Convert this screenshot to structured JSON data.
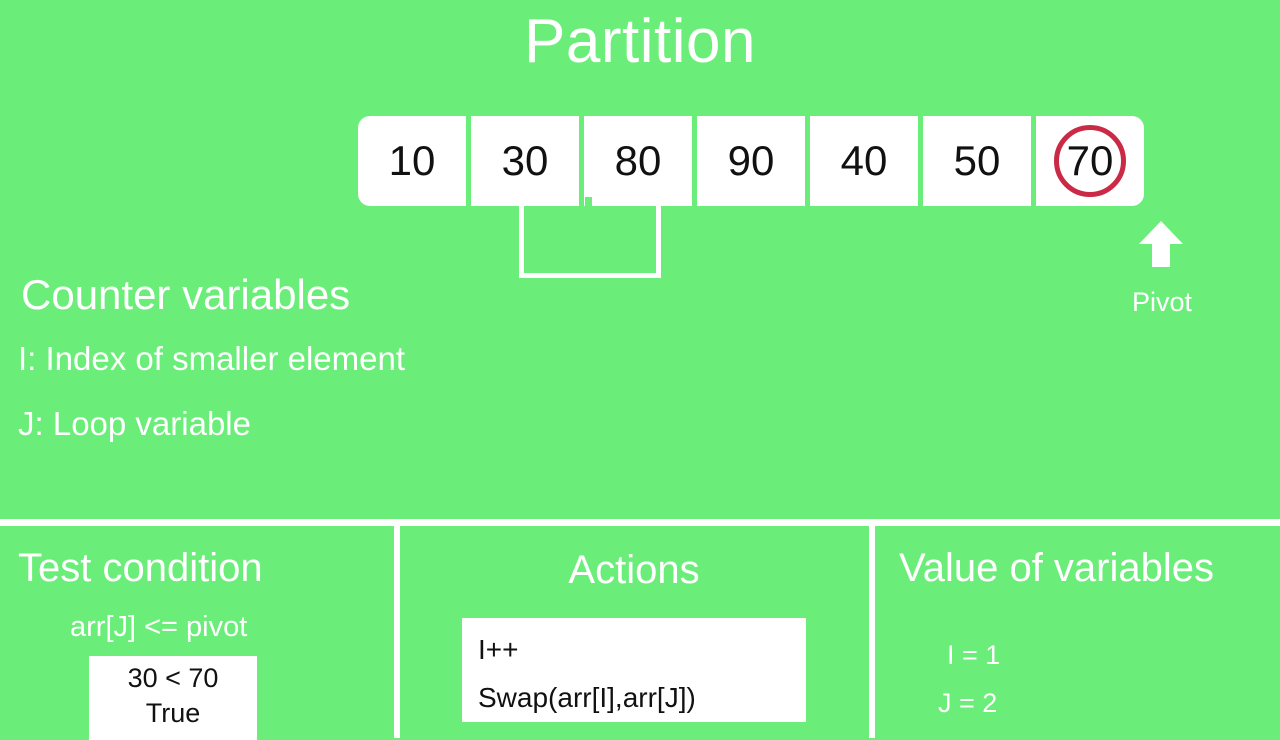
{
  "page": {
    "title": "Partition",
    "background_color": "#6bee79",
    "text_color": "#ffffff",
    "cell_text_color": "#111111",
    "pivot_ring_color": "#cb2a46"
  },
  "array": {
    "cells": [
      {
        "value": "10",
        "index": 0,
        "highlighted": false
      },
      {
        "value": "30",
        "index": 1,
        "highlighted": false
      },
      {
        "value": "80",
        "index": 2,
        "highlighted": false
      },
      {
        "value": "90",
        "index": 3,
        "highlighted": false
      },
      {
        "value": "40",
        "index": 4,
        "highlighted": false
      },
      {
        "value": "50",
        "index": 5,
        "highlighted": false
      },
      {
        "value": "70",
        "index": 6,
        "highlighted": true
      }
    ],
    "pivot": {
      "value": "70",
      "label": "Pivot",
      "arrow_icon": "arrow-up-icon"
    },
    "bracket": {
      "spans_indices": [
        1,
        2
      ],
      "note": "selection bracket under cells 30 and 80"
    }
  },
  "counter": {
    "heading": "Counter variables",
    "lines": [
      "I: Index of smaller element",
      "J: Loop variable"
    ]
  },
  "panels": {
    "test_condition": {
      "title": "Test condition",
      "expression": "arr[J] <= pivot",
      "evaluation": "30 < 70",
      "result": "True"
    },
    "actions": {
      "title": "Actions",
      "steps": [
        "I++",
        "Swap(arr[I],arr[J])"
      ]
    },
    "values": {
      "title": "Value of variables",
      "variables": [
        {
          "label": "I = 1"
        },
        {
          "label": "J =  2"
        }
      ]
    }
  }
}
